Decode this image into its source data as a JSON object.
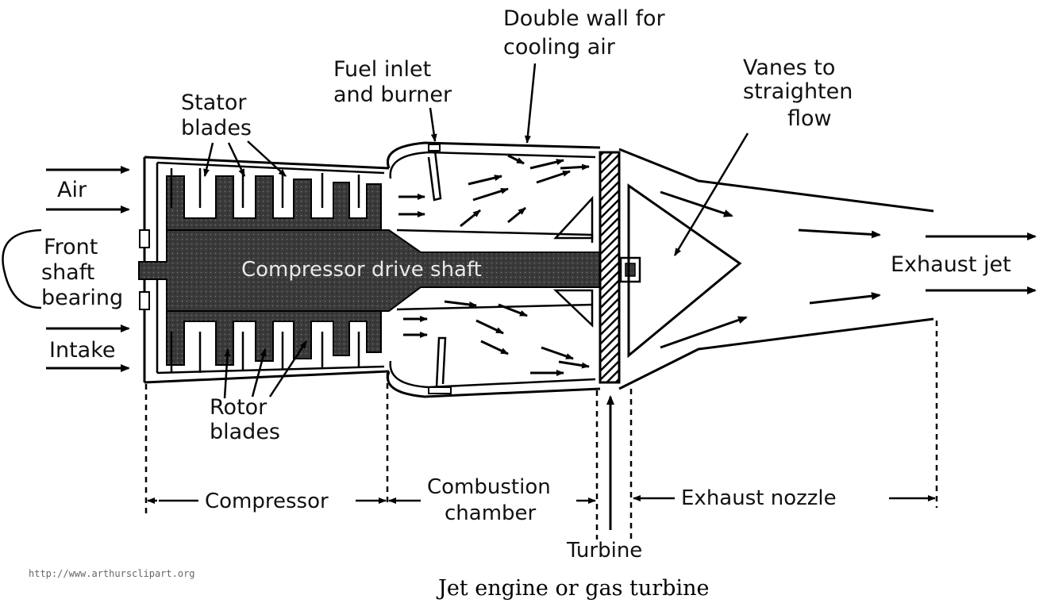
{
  "labels": {
    "double_wall_1": "Double wall for",
    "double_wall_2": "cooling air",
    "fuel_inlet_1": "Fuel inlet",
    "fuel_inlet_2": "and burner",
    "vanes_1": "Vanes to",
    "vanes_2": "straighten",
    "vanes_3": "flow",
    "stator_1": "Stator",
    "stator_2": "blades",
    "air": "Air",
    "front_1": "Front",
    "front_2": "shaft",
    "front_3": "bearing",
    "intake": "Intake",
    "shaft": "Compressor drive shaft",
    "exhaust_jet": "Exhaust jet",
    "rotor_1": "Rotor",
    "rotor_2": "blades",
    "compressor": "Compressor",
    "combustion_1": "Combustion",
    "combustion_2": "chamber",
    "exhaust_nozzle": "Exhaust nozzle",
    "turbine": "Turbine"
  },
  "caption": "Jet engine or gas turbine",
  "credit": "http://www.arthursclipart.org"
}
